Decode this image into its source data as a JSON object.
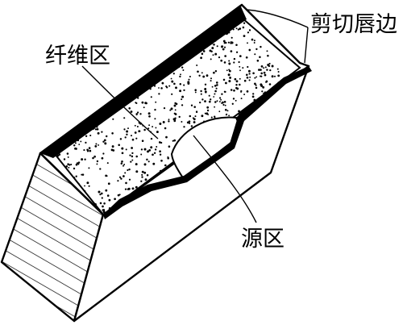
{
  "labels": {
    "shear_lip": "剪切唇边",
    "fiber_zone": "纤维区",
    "source_zone": "源区"
  },
  "colors": {
    "ink": "#000000",
    "paper": "#ffffff"
  }
}
